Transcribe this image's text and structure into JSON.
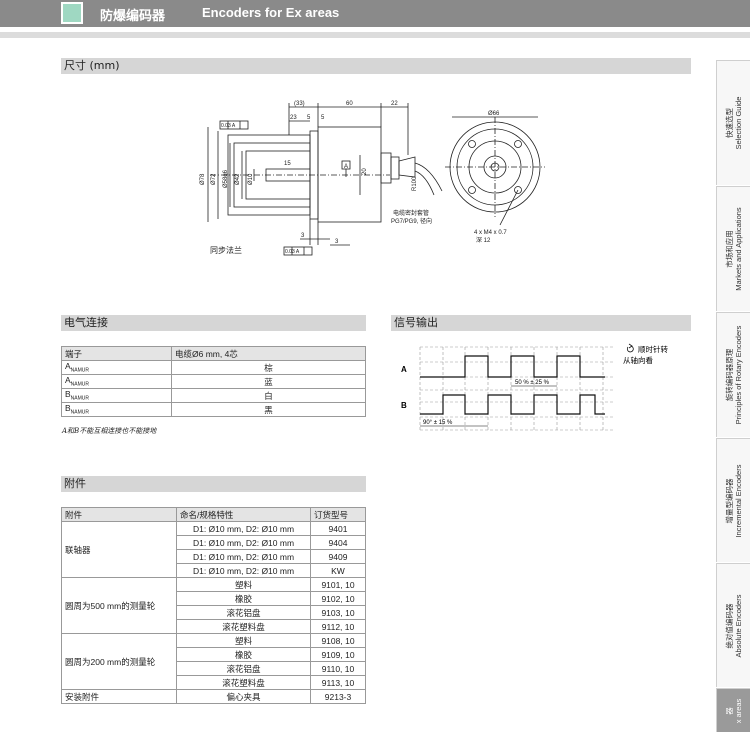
{
  "header": {
    "title_cn": "防爆编码器",
    "title_en": "Encoders for Ex areas"
  },
  "sections": {
    "dimensions": "尺寸 (mm)",
    "electrical": "电气连接",
    "signal": "信号输出",
    "accessories": "附件"
  },
  "drawing": {
    "dim_33": "(33)",
    "dim_60": "60",
    "dim_22": "22",
    "dim_23": "23",
    "dim_5a": "5",
    "dim_5b": "5",
    "tol_top": "0.03 A",
    "tol_bottom": "0.03 A",
    "d78": "Ø78",
    "d72": "Ø72",
    "d58g6": "Ø58g6",
    "d42": "Ø42",
    "d10": "Ø10",
    "dim_15": "15",
    "dim_20": "20",
    "dim_3a": "3",
    "dim_3b": "3",
    "r100": "R100",
    "datum_a": "A",
    "cable_note_1": "电缆密封套管",
    "cable_note_2": "PG7/PG9, 径向",
    "d66": "Ø66",
    "m4_1": "4 x M4 x 0.7",
    "m4_2": "深 12",
    "flange": "同步法兰"
  },
  "electrical_table": {
    "headers": [
      "端子",
      "电缆Ø6 mm, 4芯"
    ],
    "rows": [
      {
        "base": "A",
        "sub": "NAMUR",
        "value": "棕"
      },
      {
        "base": "A",
        "sub": "NAMUR",
        "value": "蓝"
      },
      {
        "base": "B",
        "sub": "NAMUR",
        "value": "白"
      },
      {
        "base": "B",
        "sub": "NAMUR",
        "value": "黑"
      }
    ],
    "note": "A和B不能互相连接也不能接地"
  },
  "signal": {
    "label_a": "A",
    "label_b": "B",
    "duty": "50 % ± 25 %",
    "phase": "90° ± 15 %",
    "rotation_1": "顺时针转",
    "rotation_2": "从轴向看",
    "rotation_icon": "clockwise-icon"
  },
  "accessories_table": {
    "headers": [
      "附件",
      "命名/规格特性",
      "订货型号"
    ],
    "groups": [
      {
        "name": "联轴器",
        "rows": [
          {
            "spec": "D1: Ø10 mm, D2: Ø10 mm",
            "code": "9401"
          },
          {
            "spec": "D1: Ø10 mm, D2: Ø10 mm",
            "code": "9404"
          },
          {
            "spec": "D1: Ø10 mm, D2: Ø10 mm",
            "code": "9409"
          },
          {
            "spec": "D1: Ø10 mm, D2: Ø10 mm",
            "code": "KW"
          }
        ]
      },
      {
        "name": "圆周为500 mm的测量轮",
        "rows": [
          {
            "spec": "塑料",
            "code": "9101, 10"
          },
          {
            "spec": "橡胶",
            "code": "9102, 10"
          },
          {
            "spec": "滚花铝盘",
            "code": "9103, 10"
          },
          {
            "spec": "滚花塑料盘",
            "code": "9112, 10"
          }
        ]
      },
      {
        "name": "圆周为200 mm的测量轮",
        "rows": [
          {
            "spec": "塑料",
            "code": "9108, 10"
          },
          {
            "spec": "橡胶",
            "code": "9109, 10"
          },
          {
            "spec": "滚花铝盘",
            "code": "9110, 10"
          },
          {
            "spec": "滚花塑料盘",
            "code": "9113, 10"
          }
        ]
      },
      {
        "name": "安装附件",
        "rows": [
          {
            "spec": "偏心夹具",
            "code": "9213-3"
          }
        ]
      }
    ]
  },
  "side_tabs": [
    {
      "cn": "快速选型",
      "en": "Selection Guide"
    },
    {
      "cn": "市场和应用",
      "en": "Markets and Applications"
    },
    {
      "cn": "旋转编码器原理",
      "en": "Principles of Rotary Encoders"
    },
    {
      "cn": "增量型编码器",
      "en": "Incremental Encoders"
    },
    {
      "cn": "绝对值编码器",
      "en": "Absolute Encoders"
    },
    {
      "cn": "器",
      "en": "x areas"
    }
  ]
}
